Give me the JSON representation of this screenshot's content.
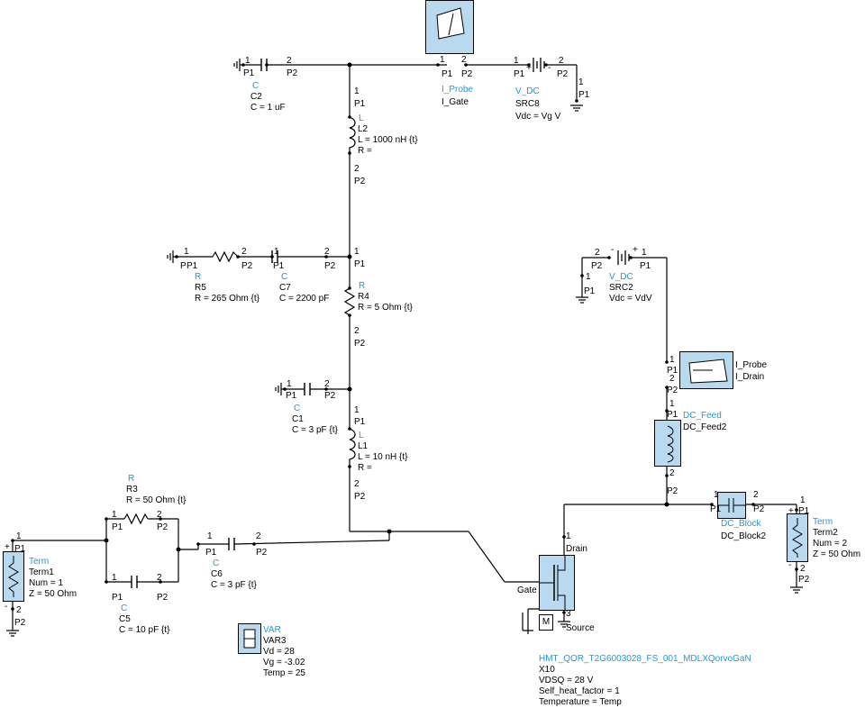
{
  "colors": {
    "wire": "#000000",
    "comp_type": "#1f9ad6",
    "box_fill": "#b9d9ee",
    "pin": "#000000"
  },
  "components": {
    "c2": {
      "type": "C",
      "name": "C2",
      "value": "C = 1 uF",
      "pin1_num": "1",
      "pin1": "P1",
      "pin2_num": "2",
      "pin2": "P2"
    },
    "iprobe_gate": {
      "type": "I_Probe",
      "name": "I_Gate",
      "pin1_num": "1",
      "pin1": "P1",
      "pin2_num": "2",
      "pin2": "P2"
    },
    "src8": {
      "type": "V_DC",
      "name": "SRC8",
      "value": "Vdc = Vg V",
      "pin1_num": "1",
      "pin1": "P1",
      "pin2_num": "2",
      "pin2": "P2",
      "gnd_num": "1",
      "gnd_pin": "P1",
      "plus": "+",
      "minus": "-"
    },
    "l2": {
      "type": "L",
      "name": "L2",
      "value": "L = 1000 nH {t}",
      "r": "R =",
      "pin1_num": "1",
      "pin1": "P1",
      "pin2_num": "2",
      "pin2": "P2"
    },
    "r5": {
      "type": "R",
      "name": "R5",
      "value": "R = 265 Ohm {t}",
      "pin1_num": "1",
      "pin1": "P1",
      "pin2_num": "2",
      "pin2": "P2",
      "gnd_label": "P"
    },
    "c7": {
      "type": "C",
      "name": "C7",
      "value": "C = 2200 pF",
      "pin1_num": "1",
      "pin1": "P1",
      "pin2_num": "2",
      "pin2": "P2"
    },
    "node_r4_top": {
      "pin_num": "1",
      "pin": "P1"
    },
    "r4": {
      "type": "R",
      "name": "R4",
      "value": "R = 5 Ohm {t}",
      "pin2_num": "2",
      "pin2": "P2"
    },
    "c1": {
      "type": "C",
      "name": "C1",
      "value": "C = 3 pF {t}",
      "pin1_num": "1",
      "pin1": "P1",
      "pin2_num": "2",
      "pin2": "P2"
    },
    "l1": {
      "type": "L",
      "name": "L1",
      "value": "L = 10 nH {t}",
      "r": "R =",
      "pin1_num": "1",
      "pin1": "P1",
      "pin2_num": "2",
      "pin2": "P2"
    },
    "r3": {
      "type": "R",
      "name": "R3",
      "value": "R = 50 Ohm {t}",
      "pin1_num": "1",
      "pin1": "P1",
      "pin2_num": "2",
      "pin2": "P2"
    },
    "c5": {
      "type": "C",
      "name": "C5",
      "value": "C = 10 pF {t}",
      "pin1_num": "1",
      "pin1": "P1",
      "pin2_num": "2",
      "pin2": "P2"
    },
    "c6": {
      "type": "C",
      "name": "C6",
      "value": "C = 3 pF {t}",
      "pin1_num": "1",
      "pin1": "P1",
      "pin2_num": "2",
      "pin2": "P2"
    },
    "term1": {
      "type": "Term",
      "name": "Term1",
      "num": "Num = 1",
      "z": "Z = 50 Ohm",
      "pin1_num": "1",
      "pin1": "P1",
      "pin2_num": "2",
      "pin2": "P2",
      "plus": "+",
      "minus": "-"
    },
    "var3": {
      "type": "VAR",
      "name": "VAR3",
      "lines": [
        "Vd = 28",
        "Vg = -3.02",
        "Temp = 25"
      ]
    },
    "src2": {
      "type": "V_DC",
      "name": "SRC2",
      "value": "Vdc = VdV",
      "pin1_num": "1",
      "pin1": "P1",
      "pin2_num": "2",
      "pin2": "P2",
      "gnd_num": "1",
      "gnd_pin": "P1",
      "plus": "+",
      "minus": "-"
    },
    "iprobe_drain": {
      "type": "I_Probe",
      "name": "I_Drain",
      "pin1_num": "1",
      "pin1": "P1",
      "pin2_num": "2",
      "pin2": "P2"
    },
    "dcfeed2": {
      "type": "DC_Feed",
      "name": "DC_Feed2",
      "pin1_num": "1",
      "pin1": "P1",
      "pin2_num": "2",
      "pin2": "P2"
    },
    "dcblock2": {
      "type": "DC_Block",
      "name": "DC_Block2",
      "pin1_num": "1",
      "pin1": "P1",
      "pin2_num": "2",
      "pin2": "P2"
    },
    "term2": {
      "type": "Term",
      "name": "Term2",
      "num": "Num = 2",
      "z": "Z = 50 Ohm",
      "pin1_num": "1",
      "pin1": "P1",
      "pin2_num": "2",
      "pin2": "P2",
      "plus": "+",
      "minus": "-"
    },
    "x10": {
      "type": "HMT_QOR_T2G6003028_FS_001_MDLXQorvoGaN",
      "name": "X10",
      "lines": [
        "VDSQ = 28 V",
        "Self_heat_factor = 1",
        "Temperature = Temp"
      ],
      "drain_num": "1",
      "drain": "Drain",
      "gate": "Gate",
      "source_num": "3",
      "source": "Source",
      "m_label": "M"
    }
  }
}
